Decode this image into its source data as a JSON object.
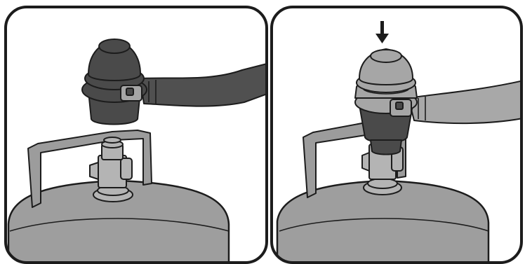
{
  "figure": {
    "panels": [
      {
        "id": "left",
        "step": "regulator-above-valve"
      },
      {
        "id": "right",
        "step": "regulator-pressed-onto-valve"
      }
    ],
    "arrow_icon": "down-arrow-icon"
  },
  "colors": {
    "outline": "#1c1c1c",
    "cylinder_fill": "#9e9e9e",
    "cylinder_shade": "#858585",
    "regulator_dark": "#4a4a4a",
    "regulator_light": "#a6a6a6",
    "hose_dark": "#505050",
    "hose_light": "#a8a8a8",
    "valve_fill": "#b4b4b4",
    "frame_fill": "#9c9c9c",
    "background": "#ffffff"
  }
}
